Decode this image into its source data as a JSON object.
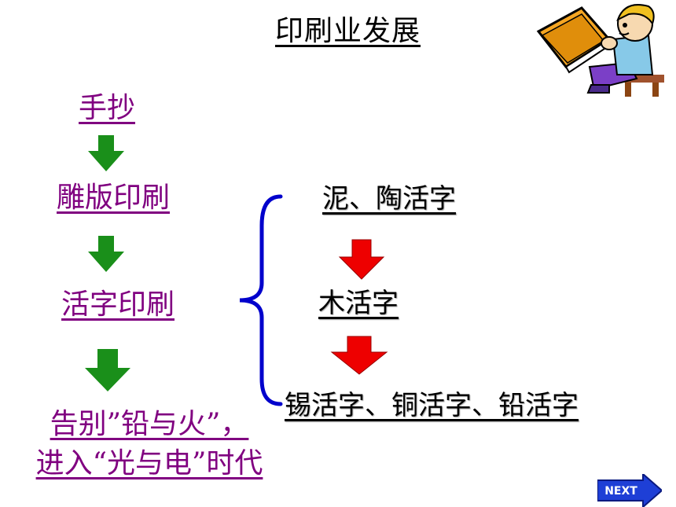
{
  "title": "印刷业发展",
  "left_chain": {
    "step1": "手抄",
    "step2": "雕版印刷",
    "step3": "活字印刷",
    "step4_line1": "告别”铅与火”，",
    "step4_line2": "进入“光与电”时代"
  },
  "right_chain": {
    "item1": "泥、陶活字",
    "item2": "木活字",
    "item3": "锡活字、铜活字、铅活字"
  },
  "next_button": {
    "label": "NEXT"
  },
  "colors": {
    "link": "#800080",
    "green_arrow": "#1a8f1a",
    "red_arrow": "#ee0000",
    "brace": "#0000cc"
  }
}
